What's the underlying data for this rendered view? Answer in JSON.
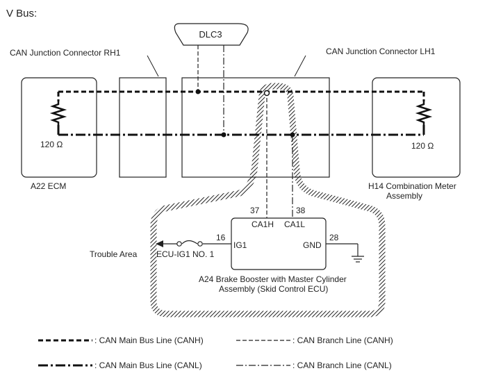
{
  "title": "V Bus:",
  "connectors": {
    "dlc3": "DLC3",
    "rh1": "CAN Junction Connector RH1",
    "lh1": "CAN Junction Connector LH1"
  },
  "ecm": {
    "resistor": "120 Ω",
    "label": "A22  ECM"
  },
  "meter": {
    "resistor": "120 Ω",
    "label_line1": "H14  Combination Meter",
    "label_line2": "Assembly"
  },
  "brake_ecu": {
    "pin_37": "37",
    "pin_38": "38",
    "pin_16": "16",
    "pin_28": "28",
    "ca1h": "CA1H",
    "ca1l": "CA1L",
    "ig1": "IG1",
    "gnd": "GND",
    "label_line1": "A24  Brake Booster with Master Cylinder",
    "label_line2": "Assembly (Skid Control ECU)"
  },
  "fuse": {
    "label": "ECU-IG1  NO. 1"
  },
  "trouble_area": "Trouble Area",
  "legend": {
    "main_canh": ": CAN Main Bus Line (CANH)",
    "branch_canh": ": CAN Branch Line (CANH)",
    "main_canl": ": CAN Main Bus Line (CANL)",
    "branch_canl": ": CAN Branch Line (CANL)"
  }
}
